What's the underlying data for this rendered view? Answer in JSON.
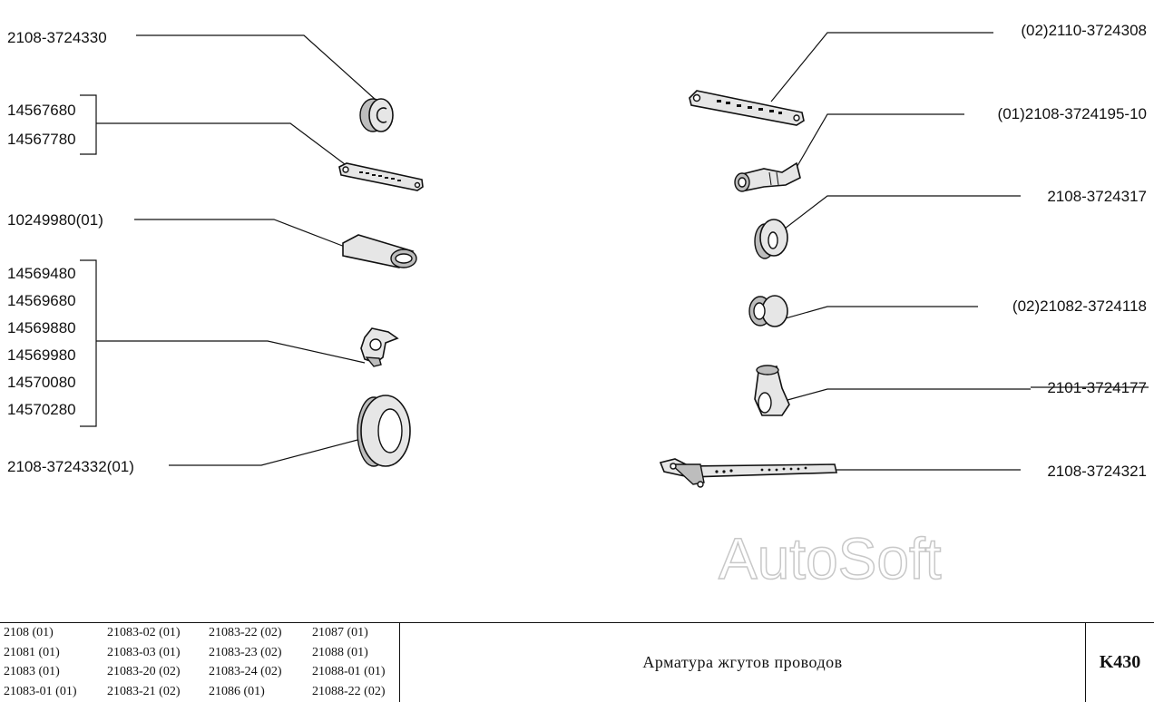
{
  "diagram": {
    "labels_left": [
      "2108-3724330",
      "14567680",
      "14567780",
      "10249980(01)",
      "14569480",
      "14569680",
      "14569880",
      "14569980",
      "14570080",
      "14570280",
      "2108-3724332(01)"
    ],
    "labels_right": [
      "(02)2110-3724308",
      "(01)2108-3724195-10",
      "2108-3724317",
      "(02)21082-3724118",
      "2101-3724177",
      "2108-3724321"
    ],
    "struck_label": "2101-3724177",
    "watermark": "AutoSoft"
  },
  "titleblock": {
    "models": [
      "2108 (01)",
      "21083-02 (01)",
      "21083-22 (02)",
      "21087 (01)",
      "21081 (01)",
      "21083-03 (01)",
      "21083-23 (02)",
      "21088 (01)",
      "21083 (01)",
      "21083-20 (02)",
      "21083-24 (02)",
      "21088-01 (01)",
      "21083-01 (01)",
      "21083-21 (02)",
      "21086 (01)",
      "21088-22 (02)"
    ],
    "title": "Арматура жгутов проводов",
    "code": "K430"
  }
}
